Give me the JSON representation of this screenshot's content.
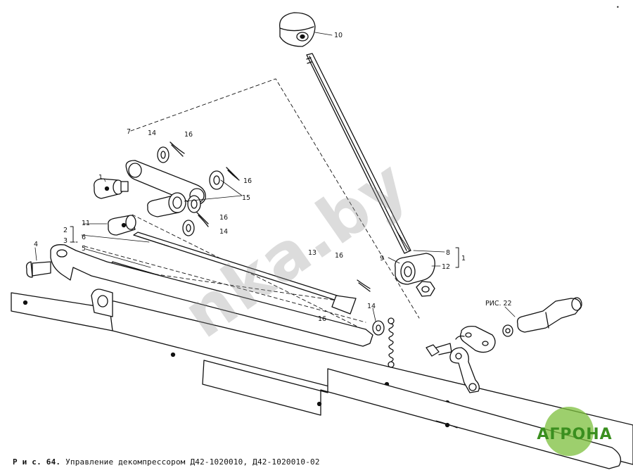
{
  "figure": {
    "caption_prefix": "Р и с. 64.",
    "caption_text": "Управление декомпрессором Д42-1020010, Д42-1020010-02",
    "corner_mark": "•",
    "watermark": "nka.by",
    "logo": "АГРОНА"
  },
  "labels": {
    "l10": "10",
    "l7": "7",
    "l14a": "14",
    "l16a": "16",
    "l1a": "1",
    "l16b": "16",
    "l15": "15",
    "l16c": "16",
    "l14b": "14",
    "l11": "11",
    "l2": "2",
    "l6": "6",
    "l3": "3",
    "l5": "5",
    "l4": "4",
    "l13": "13",
    "l16d": "16",
    "l8": "8",
    "l9": "9",
    "l12": "12",
    "l1b": "1",
    "l14c": "14",
    "l16e": "16",
    "ris22": "РИС. 22"
  }
}
